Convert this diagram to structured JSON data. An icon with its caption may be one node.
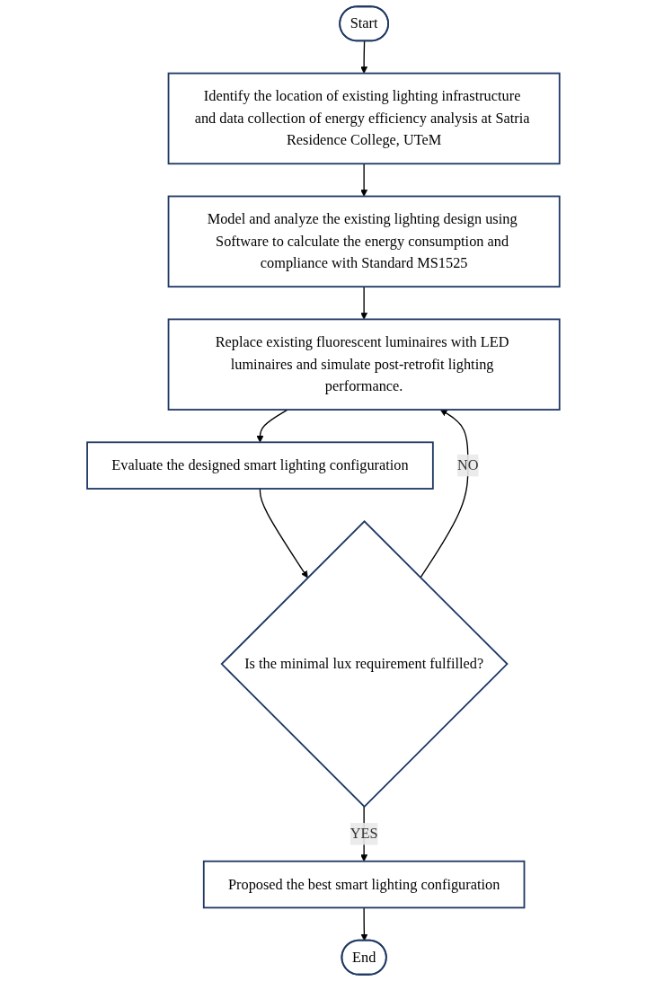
{
  "diagram": {
    "nodes": [
      {
        "text": [
          "Start"
        ]
      },
      {
        "text": [
          "Identify the location of existing lighting infrastructure and data collection of energy efficiency analysis at Satria Residence College, UTeM"
        ]
      },
      {
        "text": [
          "Model and analyze the existing lighting design using Software to calculate the energy consumption and compliance with Standard MS1525"
        ]
      },
      {
        "text": [
          "Replace existing fluorescent luminaires with LED luminaires and simulate post-retrofit lighting performance."
        ]
      },
      {
        "text": [
          "Evaluate the designed smart lighting configuration"
        ]
      },
      {
        "text": [
          "Is the minimal lux requirement fulfilled?"
        ]
      },
      {
        "text": [
          "Proposed the best smart lighting configuration"
        ]
      },
      {
        "text": [
          "End"
        ]
      }
    ],
    "edges": [
      {
        "from": 0,
        "to": 1,
        "arrow": "to"
      },
      {
        "from": 1,
        "to": 2,
        "arrow": "to"
      },
      {
        "from": 2,
        "to": 3,
        "arrow": "to"
      },
      {
        "from": 3,
        "to": 4,
        "arrow": "to"
      },
      {
        "from": 4,
        "to": 5,
        "arrow": "to"
      },
      {
        "from": 5,
        "to": 3,
        "arrow": "to",
        "label": "NO"
      },
      {
        "from": 5,
        "to": 6,
        "arrow": "to",
        "label": "YES"
      },
      {
        "from": 6,
        "to": 7,
        "arrow": "to"
      }
    ]
  }
}
